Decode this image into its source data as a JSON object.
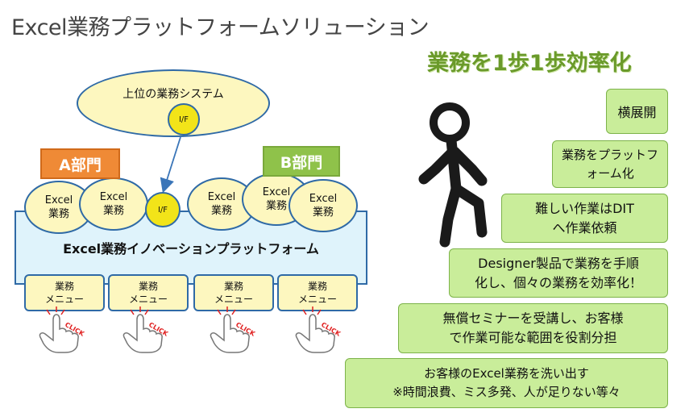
{
  "title": "Excel業務プラットフォームソリューション",
  "headline": "業務を1歩1歩効率化",
  "diagram": {
    "upper_system": "上位の業務システム",
    "interface_label": "I/F",
    "dept_a": "A部門",
    "dept_b": "B部門",
    "excel_tasks": [
      "Excel\n業務",
      "Excel\n業務",
      "Excel\n業務",
      "Excel\n業務",
      "Excel\n業務"
    ],
    "platform": "Excel業務イノベーションプラットフォーム",
    "menus": [
      "業務\nメニュー",
      "業務\nメニュー",
      "業務\nメニュー",
      "業務\nメニュー"
    ],
    "click_label": "CLICK"
  },
  "steps": [
    "横展開",
    "業務をプラットフ\nォーム化",
    "難しい作業はDIT\nへ作業依頼",
    "Designer製品で業務を手順\n化し、個々の業務を効率化！",
    "無償セミナーを受講し、お客様\nで作業可能な範囲を役割分担",
    "お客様のExcel業務を洗い出す\n※時間浪費、ミス多発、人が足りない等々"
  ],
  "colors": {
    "step_fill": "#c9ed9a",
    "headline": "#6a9a2a",
    "dept_a": "#ef8a36",
    "dept_b": "#8fc24a",
    "platform": "#dff3fb",
    "bubble": "#fdf7bf",
    "interface": "#f2e419"
  }
}
